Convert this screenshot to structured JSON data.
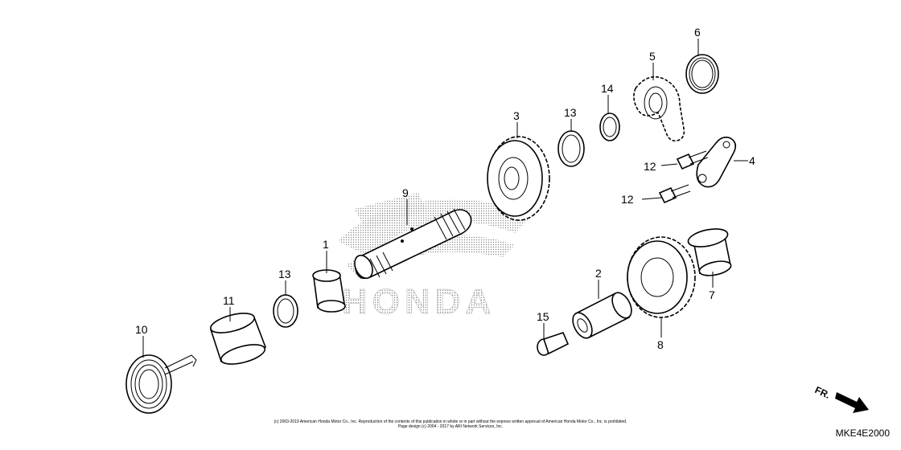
{
  "callouts": [
    {
      "id": "c1",
      "text": "1"
    },
    {
      "id": "c2",
      "text": "2"
    },
    {
      "id": "c3",
      "text": "3"
    },
    {
      "id": "c4",
      "text": "4"
    },
    {
      "id": "c5",
      "text": "5"
    },
    {
      "id": "c6",
      "text": "6"
    },
    {
      "id": "c7",
      "text": "7"
    },
    {
      "id": "c8",
      "text": "8"
    },
    {
      "id": "c9",
      "text": "9"
    },
    {
      "id": "c10",
      "text": "10"
    },
    {
      "id": "c11",
      "text": "11"
    },
    {
      "id": "c12a",
      "text": "12"
    },
    {
      "id": "c12b",
      "text": "12"
    },
    {
      "id": "c13a",
      "text": "13"
    },
    {
      "id": "c13b",
      "text": "13"
    },
    {
      "id": "c14",
      "text": "14"
    },
    {
      "id": "c15",
      "text": "15"
    }
  ],
  "watermark": "HONDA",
  "direction_label": "FR.",
  "copyright_line1": "(c) 2003-2019 American Honda Motor Co., Inc. Reproduction of the contents of this publication in whole or in part without the express written approval of American Honda Motor Co., Inc. is prohibited.",
  "copyright_line2": "Page design (c) 2004 - 2017 by ARI Network Services, Inc.",
  "diagram_code": "MKE4E2000"
}
